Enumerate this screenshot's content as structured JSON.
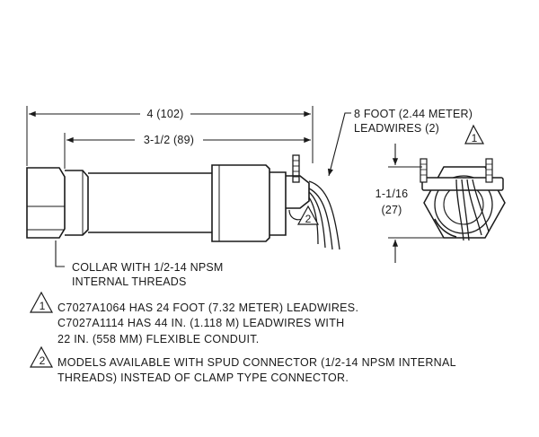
{
  "dimensions": {
    "overall": "4 (102)",
    "body": "3-1/2 (89)",
    "height_in": "1-1/16",
    "height_mm": "(27)"
  },
  "leadwires": {
    "line1": "8 FOOT (2.44 METER)",
    "line2": "LEADWIRES (2)",
    "marker": "1"
  },
  "connector_marker": "2",
  "collar": {
    "line1": "COLLAR WITH 1/2-14 NPSM",
    "line2": "INTERNAL THREADS"
  },
  "notes": [
    {
      "marker": "1",
      "lines": [
        "C7027A1064 HAS 24 FOOT (7.32 METER) LEADWIRES.",
        "C7027A1114 HAS 44 IN. (1.118 M) LEADWIRES WITH",
        "22 IN. (558 MM) FLEXIBLE CONDUIT."
      ]
    },
    {
      "marker": "2",
      "lines": [
        "MODELS AVAILABLE WITH SPUD CONNECTOR (1/2-14 NPSM INTERNAL",
        "THREADS) INSTEAD OF CLAMP TYPE CONNECTOR."
      ]
    }
  ]
}
